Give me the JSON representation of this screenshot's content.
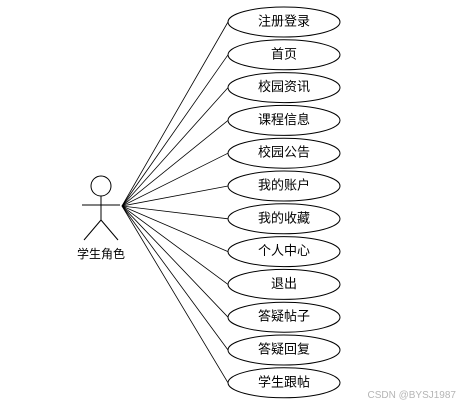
{
  "diagram": {
    "actor": {
      "label": "学生角色"
    },
    "use_cases": [
      "注册登录",
      "首页",
      "校园资讯",
      "课程信息",
      "校园公告",
      "我的账户",
      "我的收藏",
      "个人中心",
      "退出",
      "答疑帖子",
      "答疑回复",
      "学生跟帖"
    ]
  },
  "watermark": "CSDN @BYSJ1987"
}
